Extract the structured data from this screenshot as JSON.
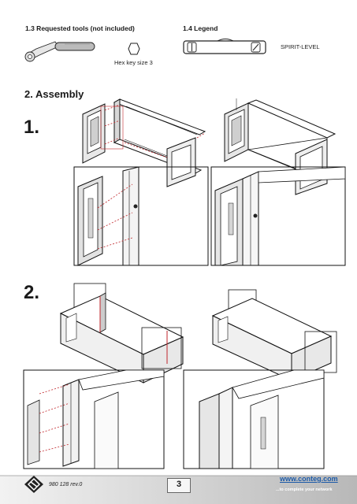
{
  "tools": {
    "title": "1.3 Requested tools (not included)",
    "hex_label": "Hex key size 3"
  },
  "legend": {
    "title": "1.4 Legend",
    "spirit_label": "SPIRIT-LEVEL"
  },
  "assembly": {
    "title": "2. Assembly",
    "step1": "1.",
    "step2": "2."
  },
  "footer": {
    "doc_ref": "980 128 rev.0",
    "page_number": "3",
    "website": "www.conteg.com",
    "tagline": "...to complete your network"
  },
  "icons": [
    "ratchet-wrench-icon",
    "hex-nut-icon",
    "level-vial-icon",
    "conteg-logo-icon"
  ]
}
